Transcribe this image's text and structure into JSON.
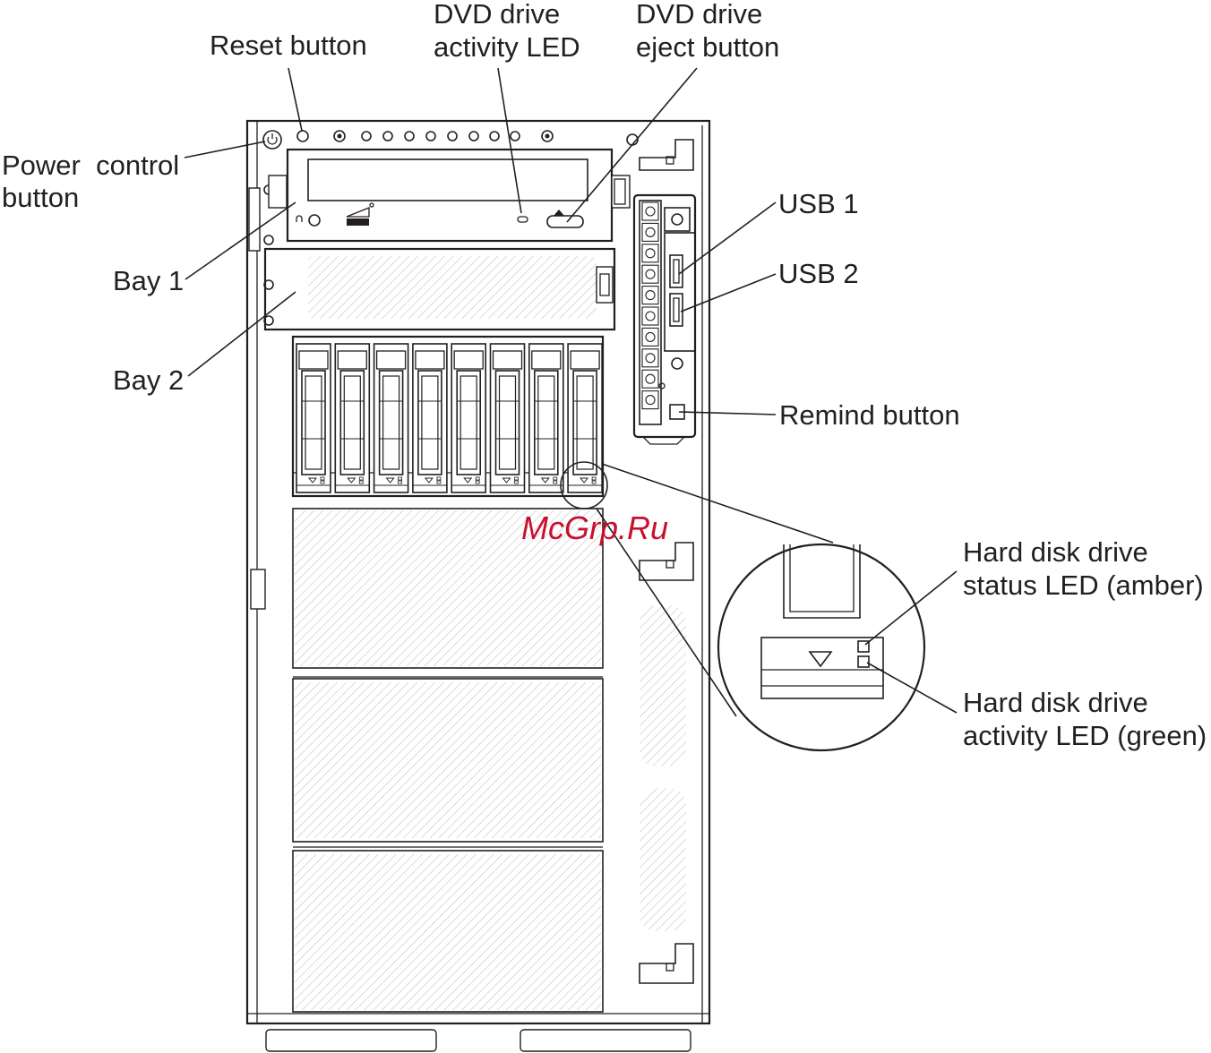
{
  "labels": {
    "reset_button": "Reset button",
    "dvd_activity_1": "DVD drive",
    "dvd_activity_2": "activity LED",
    "dvd_eject_1": "DVD drive",
    "dvd_eject_2": "eject button",
    "power_1": "Power  control",
    "power_2": "button",
    "bay1": "Bay 1",
    "bay2": "Bay 2",
    "usb1": "USB 1",
    "usb2": "USB 2",
    "remind": "Remind button",
    "hdd_status_1": "Hard disk drive",
    "hdd_status_2": "status LED (amber)",
    "hdd_activity_1": "Hard disk drive",
    "hdd_activity_2": "activity LED (green)"
  },
  "watermark": "McGrp.Ru",
  "hdd_bay_count": 8
}
